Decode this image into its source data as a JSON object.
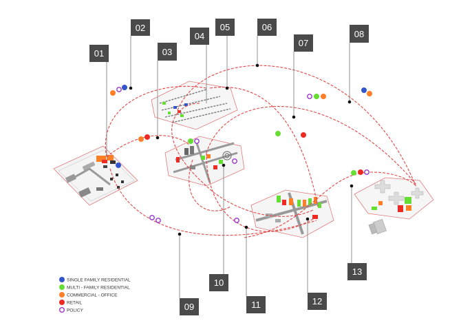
{
  "colors": {
    "single_family": "#3355cc",
    "multi_family": "#66dd33",
    "commercial": "#ff7f27",
    "retail": "#ee2a24",
    "policy": "#9933cc",
    "path": "#e04848",
    "label_box": "#4a4a4a",
    "block_outline": "#e07a7a"
  },
  "labels": [
    "01",
    "02",
    "03",
    "04",
    "05",
    "06",
    "07",
    "08",
    "09",
    "10",
    "11",
    "12",
    "13"
  ],
  "legend": [
    {
      "label": "SINGLE FAMILY RESIDENTIAL",
      "type": "fill",
      "icon": "single-family-icon"
    },
    {
      "label": "MULTI - FAMILY RESIDENTIAL",
      "type": "fill",
      "icon": "multi-family-icon"
    },
    {
      "label": "COMMERCIAL - OFFICE",
      "type": "fill",
      "icon": "commercial-icon"
    },
    {
      "label": "RETAIL",
      "type": "fill",
      "icon": "retail-icon"
    },
    {
      "label": "POLICY",
      "type": "ring",
      "icon": "policy-icon"
    }
  ]
}
